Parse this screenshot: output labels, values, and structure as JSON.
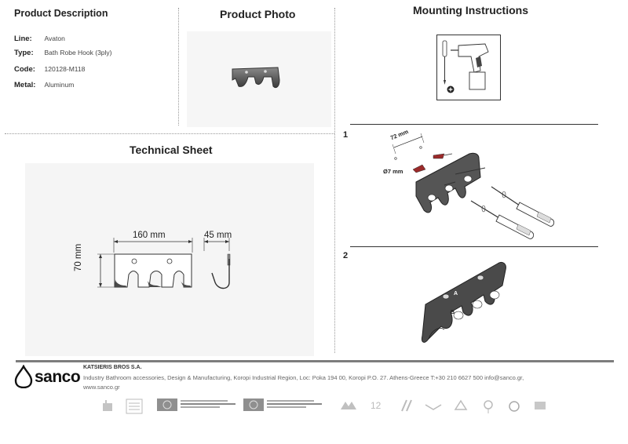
{
  "product_description": {
    "title": "Product Description",
    "specs": [
      {
        "label": "Line:",
        "value": "Avaton"
      },
      {
        "label": "Type:",
        "value": "Bath Robe Hook (3ply)"
      },
      {
        "label": "Code:",
        "value": "120128-M118"
      },
      {
        "label": "Metal:",
        "value": "Aluminum"
      }
    ]
  },
  "product_photo": {
    "title": "Product Photo"
  },
  "technical_sheet": {
    "title": "Technical Sheet",
    "width_dim": "160 mm",
    "height_dim": "70 mm",
    "depth_dim": "45 mm"
  },
  "mounting": {
    "title": "Mounting Instructions",
    "steps": [
      {
        "number": "1",
        "spacing_label": "72 mm",
        "drill_label": "Ø7 mm"
      },
      {
        "number": "2",
        "label_a": "A",
        "label_b": "B"
      }
    ]
  },
  "footer": {
    "brand": "sanco",
    "company": "KATSIERIS BROS S.A.",
    "info_line1": "Industry Bathroom accessories, Design & Manufacturing, Koropi Industrial Region, Loc: Poka 194 00, Koropi P.O. 27. Athens-Greece   T:+30 210 6627 500 info@sanco.gr,",
    "info_line2": "www.sanco.gr",
    "colors": {
      "rule": "#7d7d7d",
      "text": "#666666",
      "icons": "#b5b5b5"
    }
  }
}
